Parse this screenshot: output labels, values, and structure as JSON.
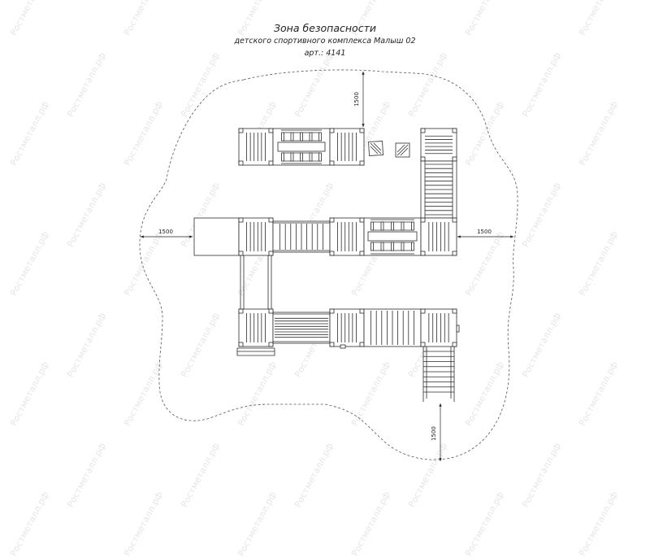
{
  "title": {
    "line1": "Зона безопасности",
    "line2": "детского спортивного комплекса Малыш 02",
    "line3": "арт.: 4141"
  },
  "dimensions": {
    "top": "1500",
    "left": "1500",
    "right": "1500",
    "bottom": "1500"
  },
  "watermark": "Ростметалл.рф",
  "colors": {
    "line": "#2b2b2b",
    "dashed_boundary": "#555555",
    "watermark": "#e6e6e6"
  }
}
